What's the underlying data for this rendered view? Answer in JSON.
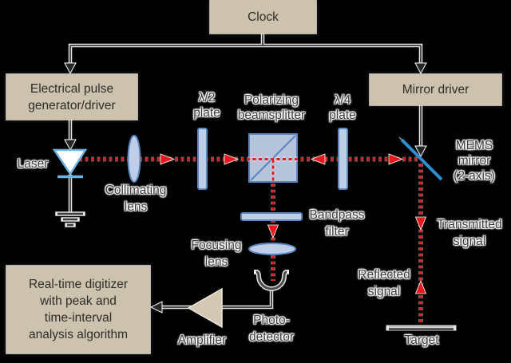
{
  "colors": {
    "background": "#000000",
    "box_fill": "#ccc2ae",
    "box_text": "#2e2c28",
    "label_text": "#3a3a3a",
    "wire": "#3a3a3a",
    "beam_red": "#e8191d",
    "optic_fill": "#bfcde7",
    "optic_stroke": "#5a87be",
    "laser_stroke": "#6fb3e0",
    "mirror_blue": "#2e8fd0",
    "amp_fill": "#d2c8b4"
  },
  "boxes": {
    "clock": {
      "label": "Clock"
    },
    "pulse_generator": {
      "line1": "Electrical pulse",
      "line2": "generator/driver"
    },
    "mirror_driver": {
      "label": "Mirror driver"
    },
    "digitizer": {
      "line1": "Real-time digitizer",
      "line2": "with peak and",
      "line3": "time-interval",
      "line4": "analysis algorithm"
    }
  },
  "labels": {
    "laser": "Laser",
    "collimating_lens": {
      "line1": "Collimating",
      "line2": "lens"
    },
    "half_wave_plate": {
      "line1": "λ/2",
      "line2": "plate"
    },
    "polarizing_beamsplitter": {
      "line1": "Polarizing",
      "line2": "beamsplitter"
    },
    "quarter_wave_plate": {
      "line1": "λ/4",
      "line2": "plate"
    },
    "mems_mirror": {
      "line1": "MEMS",
      "line2": "mirror",
      "line3": "(2-axis)"
    },
    "bandpass_filter": {
      "line1": "Bandpass",
      "line2": "filter"
    },
    "focusing_lens": {
      "line1": "Focusing",
      "line2": "lens"
    },
    "transmitted_signal": {
      "line1": "Transmitted",
      "line2": "signal"
    },
    "reflected_signal": {
      "line1": "Reflected",
      "line2": "signal"
    },
    "photo_detector": {
      "line1": "Photo-",
      "line2": "detector"
    },
    "amplifier": "Amplifier",
    "target": "Target"
  }
}
